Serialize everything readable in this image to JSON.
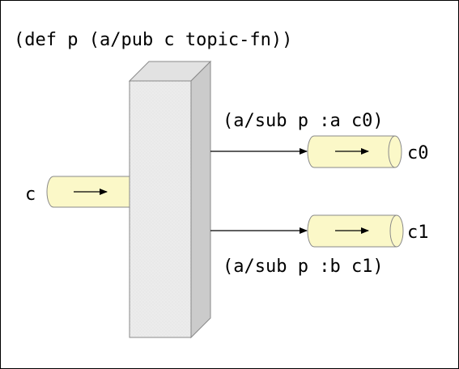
{
  "code": {
    "def_line": "(def p (a/pub c topic-fn))",
    "sub_a": "(a/sub p :a c0)",
    "sub_b": "(a/sub p :b c1)"
  },
  "channels": {
    "input": "c",
    "output_a": "c0",
    "output_b": "c1"
  },
  "colors": {
    "channel_fill": "#fbf8c8",
    "pub_front": "#ececec",
    "pub_top": "#e2e2e2",
    "pub_side": "#cbcbcb",
    "stroke": "#8a8a8a",
    "frame": "#000000"
  }
}
